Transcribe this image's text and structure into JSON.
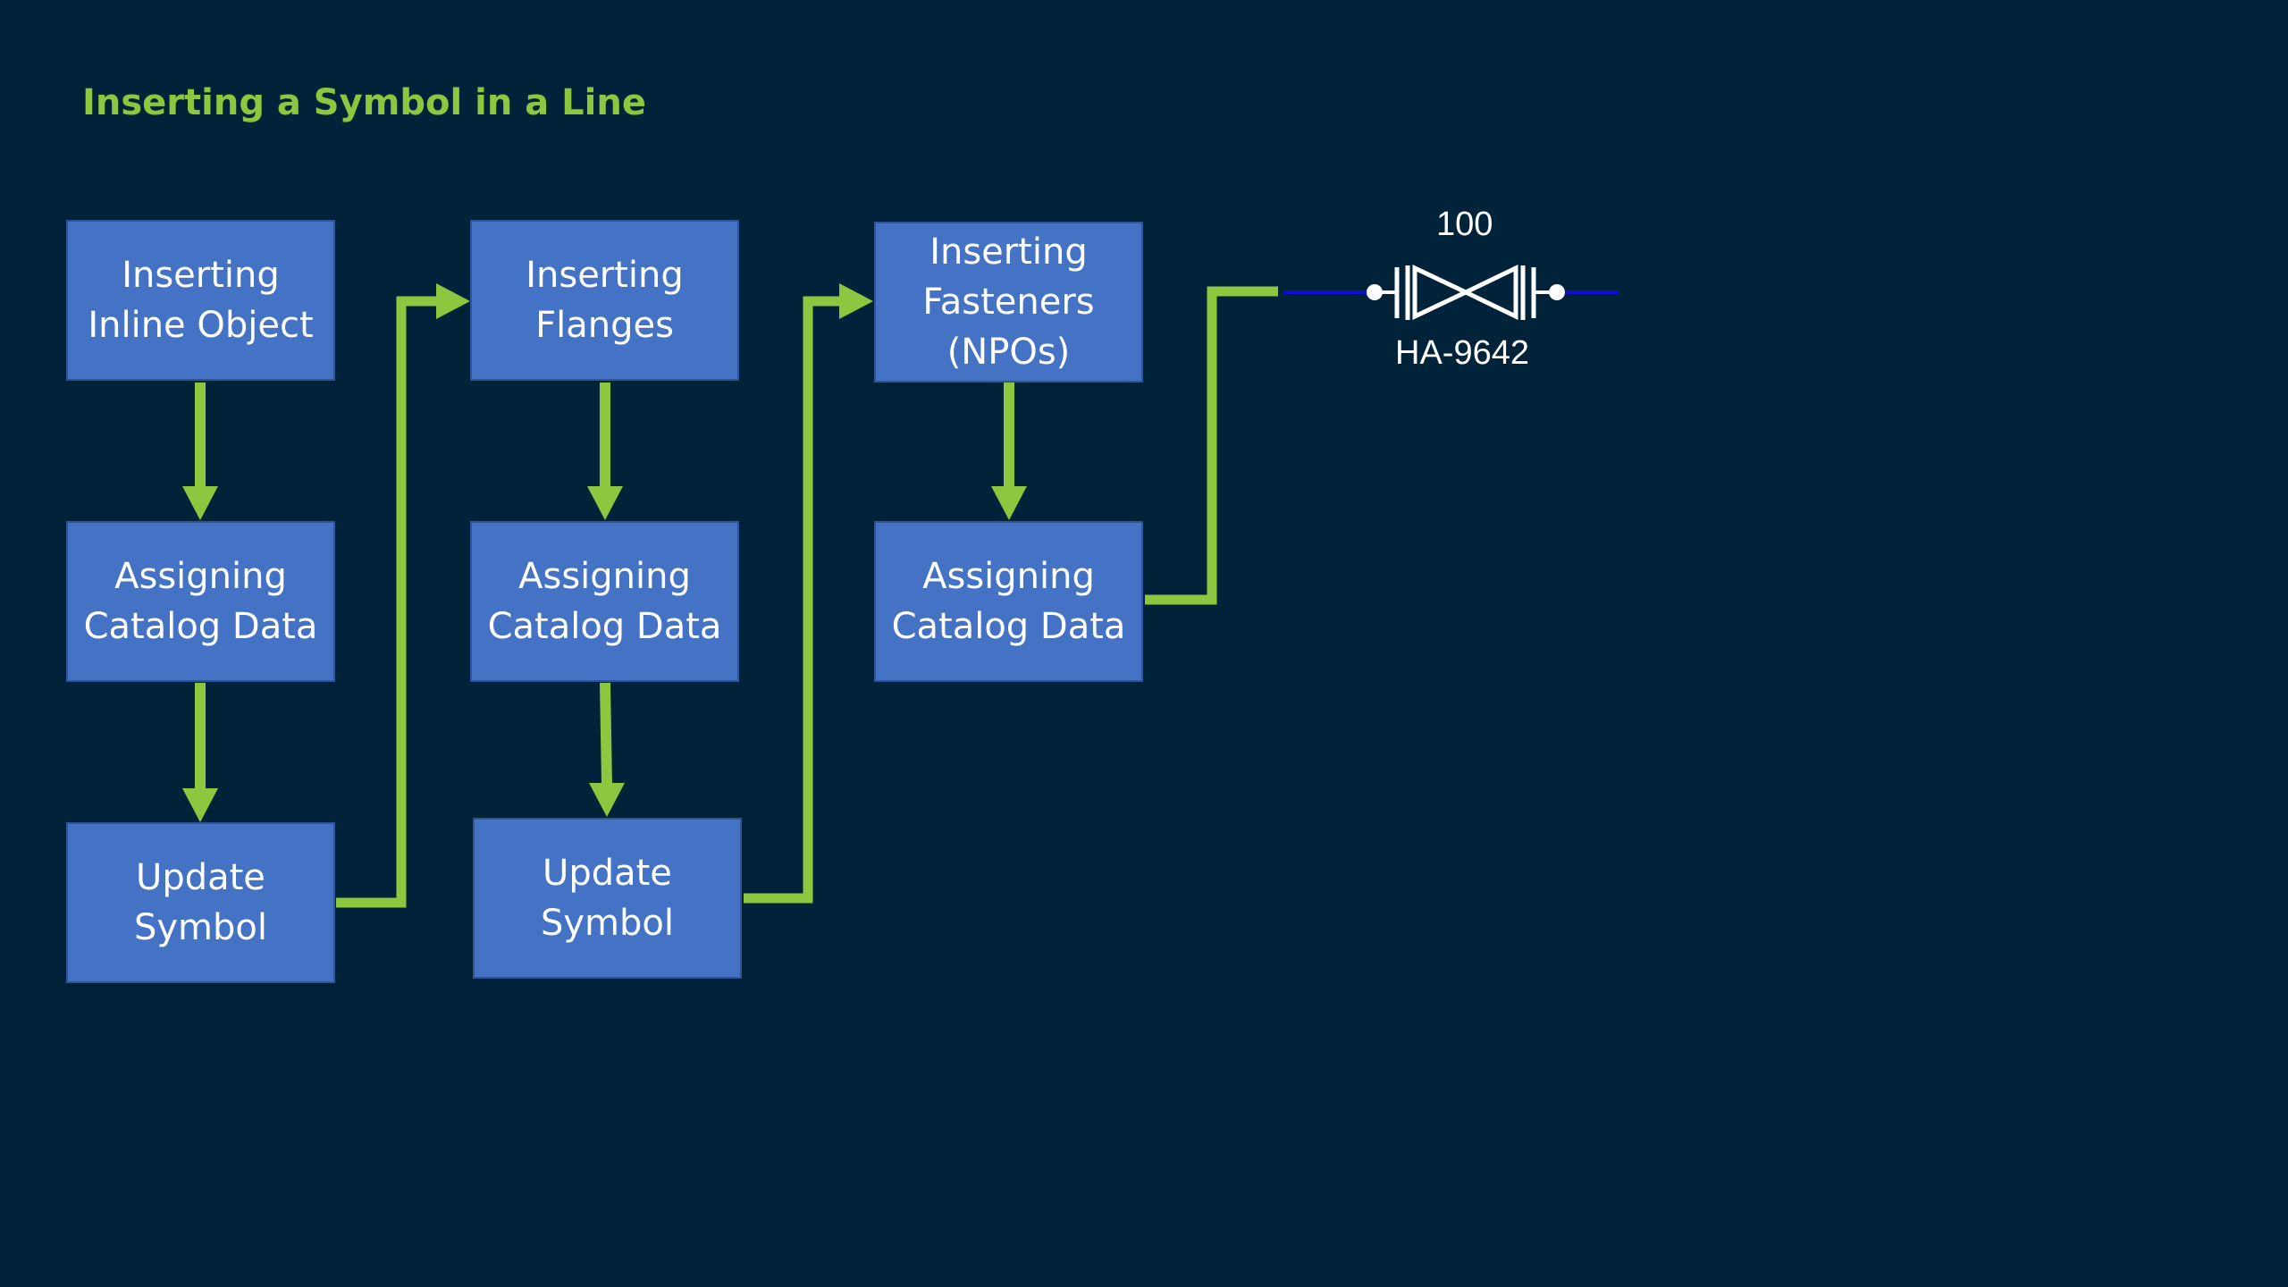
{
  "title": "Inserting a Symbol in a Line",
  "boxes": {
    "c1_inserting_inline_object": "Inserting\nInline Object",
    "c1_assigning_catalog_data": "Assigning\nCatalog Data",
    "c1_update_symbol": "Update\nSymbol",
    "c2_inserting_flanges": "Inserting\nFlanges",
    "c2_assigning_catalog_data": "Assigning\nCatalog Data",
    "c2_update_symbol": "Update\nSymbol",
    "c3_inserting_fasteners": "Inserting\nFasteners\n(NPOs)",
    "c3_assigning_catalog_data": "Assigning\nCatalog Data"
  },
  "valve_symbol": {
    "size_label": "100",
    "tag_label": "HA-9642",
    "icon": "gate-valve-flanged-icon"
  },
  "colors": {
    "background": "#00233a",
    "title": "#8dc63f",
    "box_fill": "#4472c4",
    "box_border": "#2f5597",
    "arrow": "#8dc63f",
    "pipe_line": "#1010d0",
    "symbol": "#ffffff"
  }
}
